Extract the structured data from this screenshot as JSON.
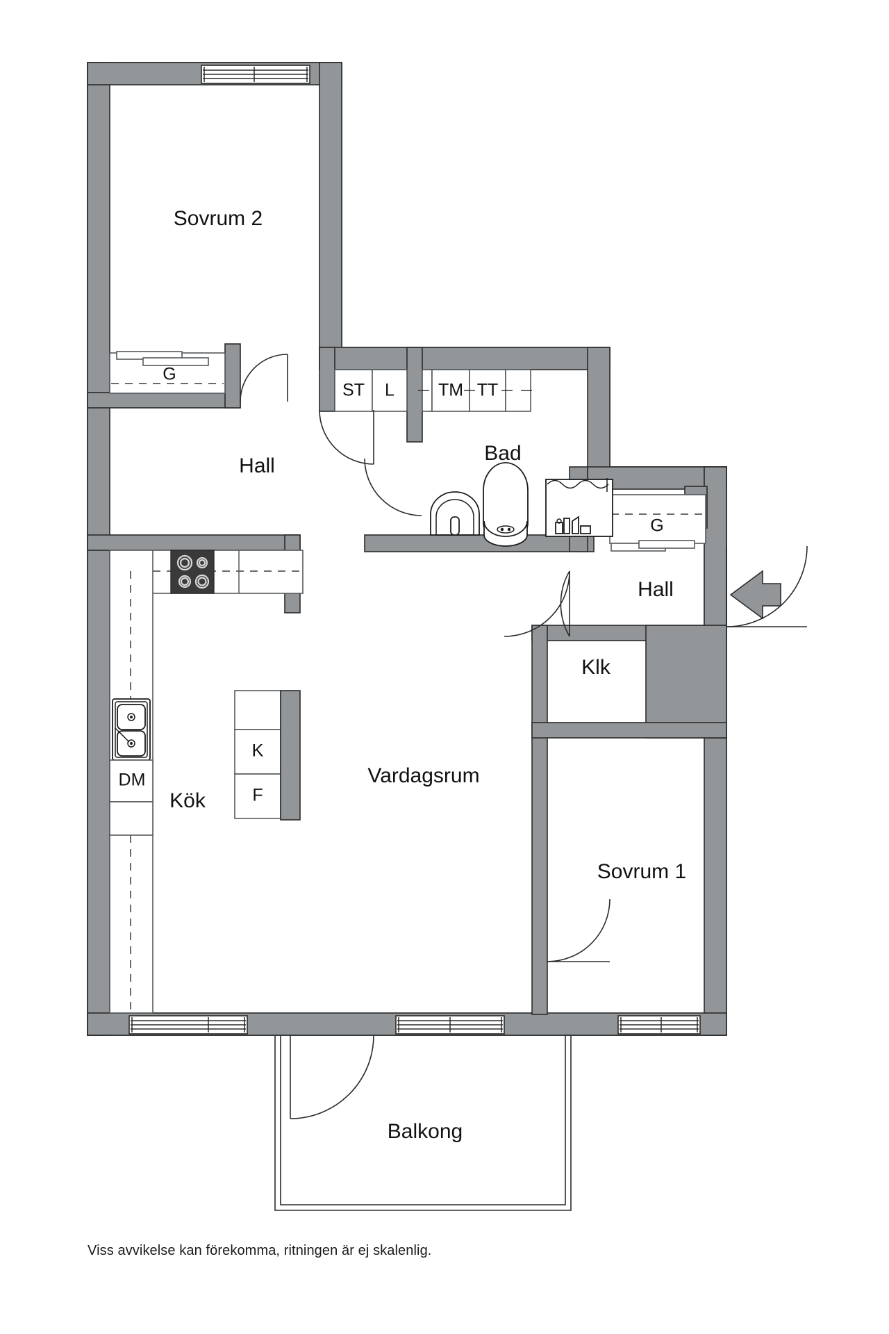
{
  "document": {
    "type": "floor-plan",
    "language": "sv",
    "caption": "Viss avvikelse kan förekomma, ritningen är ej skalenlig."
  },
  "colors": {
    "wall_fill": "#929699",
    "wall_stroke": "#2b2b2b",
    "room_fill": "#ffffff",
    "text": "#111111",
    "stove_fill": "#3a3a3a",
    "page_background": "#ffffff"
  },
  "rooms": [
    {
      "id": "sovrum2",
      "label": "Sovrum 2"
    },
    {
      "id": "hall_left",
      "label": "Hall"
    },
    {
      "id": "bad",
      "label": "Bad"
    },
    {
      "id": "hall_right",
      "label": "Hall"
    },
    {
      "id": "klk",
      "label": "Klk"
    },
    {
      "id": "kok",
      "label": "Kök"
    },
    {
      "id": "vardagsrum",
      "label": "Vardagsrum"
    },
    {
      "id": "sovrum1",
      "label": "Sovrum 1"
    },
    {
      "id": "balkong",
      "label": "Balkong"
    }
  ],
  "closets": [
    {
      "id": "g_left",
      "label": "G"
    },
    {
      "id": "g_right",
      "label": "G"
    }
  ],
  "utility_cabinets": [
    {
      "id": "st",
      "label": "ST"
    },
    {
      "id": "l",
      "label": "L"
    },
    {
      "id": "tm",
      "label": "TM"
    },
    {
      "id": "tt",
      "label": "TT"
    }
  ],
  "appliances": [
    {
      "id": "dm",
      "label": "DM"
    },
    {
      "id": "k",
      "label": "K"
    },
    {
      "id": "f",
      "label": "F"
    }
  ],
  "fixtures": [
    {
      "id": "stove",
      "name": "stove-icon"
    },
    {
      "id": "sink",
      "name": "kitchen-sink-icon"
    },
    {
      "id": "washbasin",
      "name": "washbasin-icon"
    },
    {
      "id": "toilet",
      "name": "toilet-icon"
    },
    {
      "id": "shower",
      "name": "shower-icon"
    }
  ],
  "entrance": {
    "name": "entrance-arrow",
    "direction": "left"
  }
}
